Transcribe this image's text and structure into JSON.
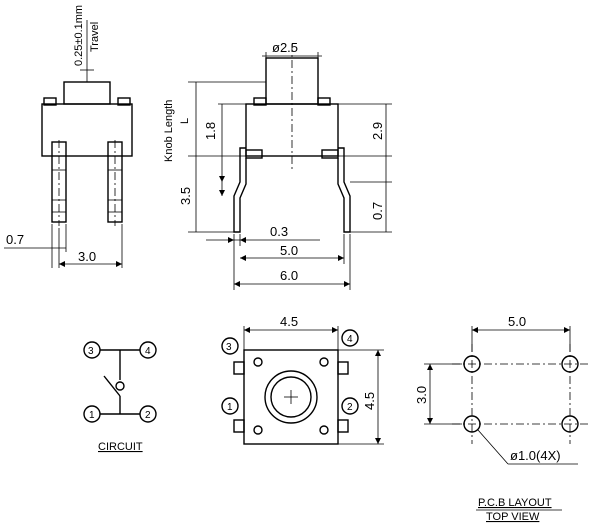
{
  "labels": {
    "travel_value": "0.25±0.1mm",
    "travel_word": "Travel",
    "dia_knob": "ø2.5",
    "knob_length": "Knob Length",
    "knob_L": "L",
    "dim_1_8": "1.8",
    "dim_2_9": "2.9",
    "dim_3_5": "3.5",
    "dim_0_7_right": "0.7",
    "dim_0_3": "0.3",
    "dim_5_0_side": "5.0",
    "dim_6_0": "6.0",
    "dim_0_7_left": "0.7",
    "dim_3_0_front": "3.0",
    "dim_4_5_top": "4.5",
    "dim_4_5_side": "4.5",
    "dim_5_0_pcb": "5.0",
    "dim_3_0_pcb": "3.0",
    "hole_dia": "ø1.0(4X)",
    "circuit_title": "CIRCUIT",
    "pcb_title": "P.C.B  LAYOUT",
    "top_view": "TOP  VIEW",
    "pin1": "1",
    "pin2": "2",
    "pin3": "3",
    "pin4": "4"
  }
}
